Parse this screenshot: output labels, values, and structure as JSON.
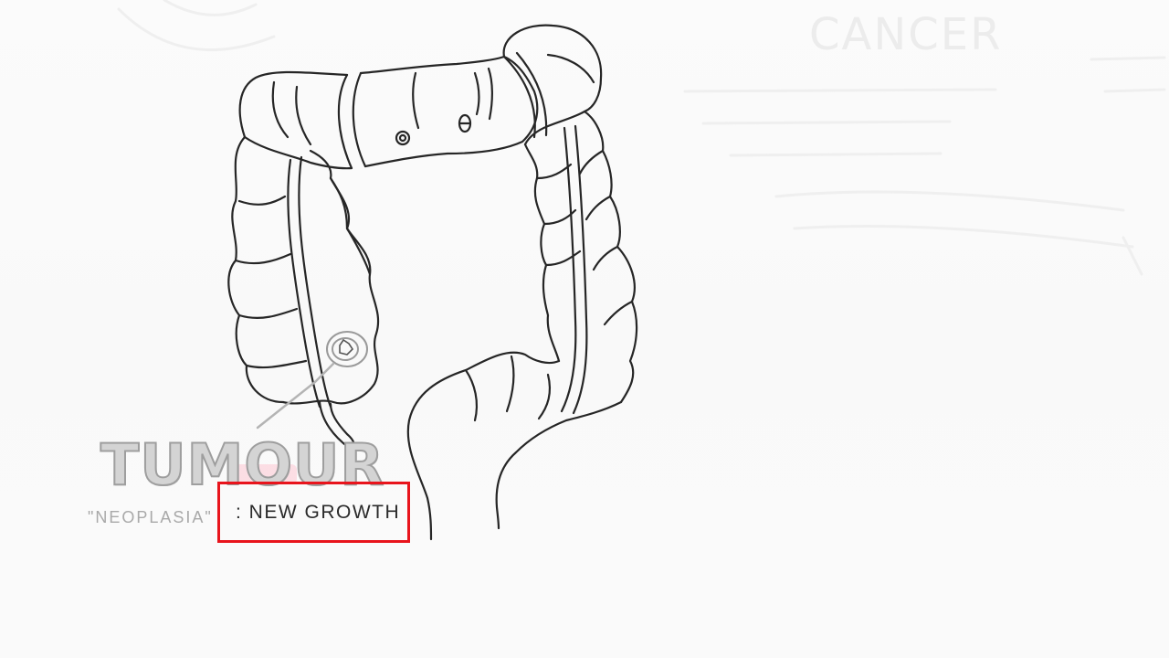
{
  "labels": {
    "tumour": "TUMOUR",
    "neoplasia": "\"NEOPLASIA\"",
    "definition": ": NEW GROWTH"
  },
  "faint_background_text": {
    "heading": "CANCER"
  },
  "colors": {
    "highlight": "#e8141c",
    "ink": "#2a2a2a",
    "faded_ink": "#a9a9a9",
    "background": "#fafafa"
  }
}
